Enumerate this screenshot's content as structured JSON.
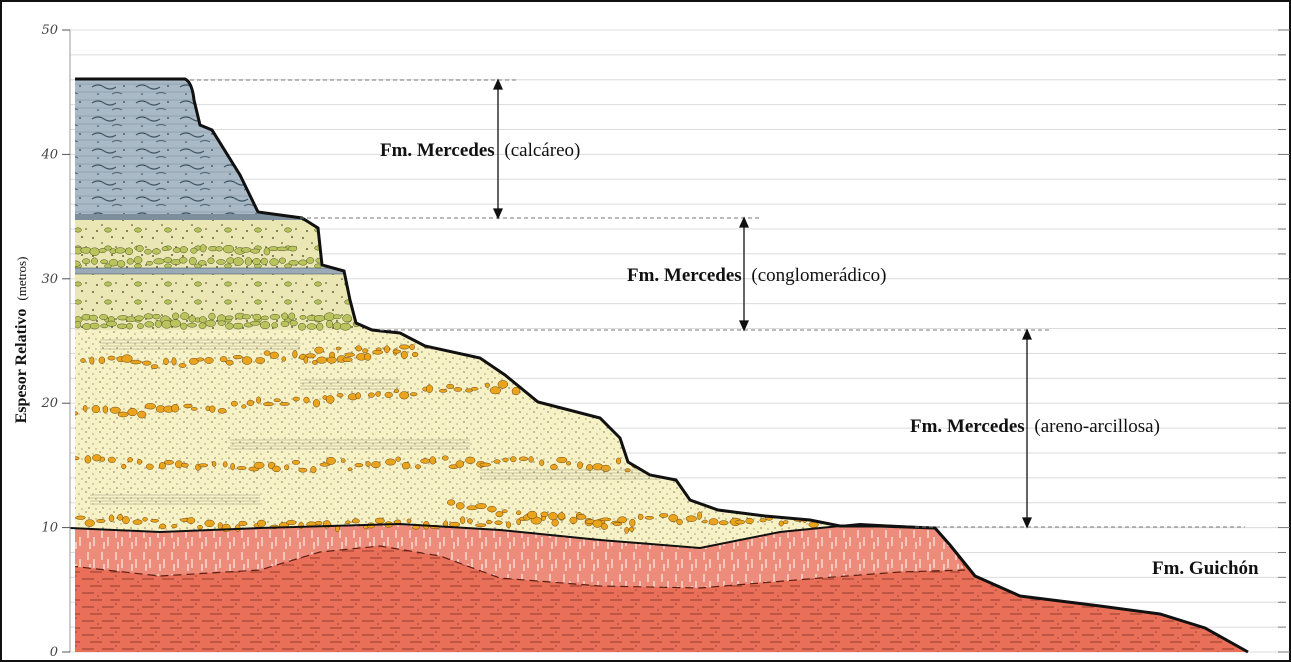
{
  "axis": {
    "label_bold": "Espesor Relativo",
    "label_unit": "(metros)",
    "ticks": [
      "50",
      "40",
      "30",
      "20",
      "10",
      "0"
    ]
  },
  "formations": [
    {
      "name": "Fm. Mercedes",
      "qualifier": "(calcáreo)"
    },
    {
      "name": "Fm. Mercedes",
      "qualifier": "(conglomerádico)"
    },
    {
      "name": "Fm. Mercedes",
      "qualifier": "(areno-arcillosa)"
    },
    {
      "name": "Fm. Guichón",
      "qualifier": ""
    }
  ],
  "colors": {
    "calcareo": "#a8b8c4",
    "conglomeradico": "#e8e6b0",
    "pebble_green": "#b7c25a",
    "arena": "#f7f1c4",
    "pebble_orange": "#e8a21c",
    "guichon_upper": "#ee8b7a",
    "guichon_lower": "#e8705a"
  }
}
